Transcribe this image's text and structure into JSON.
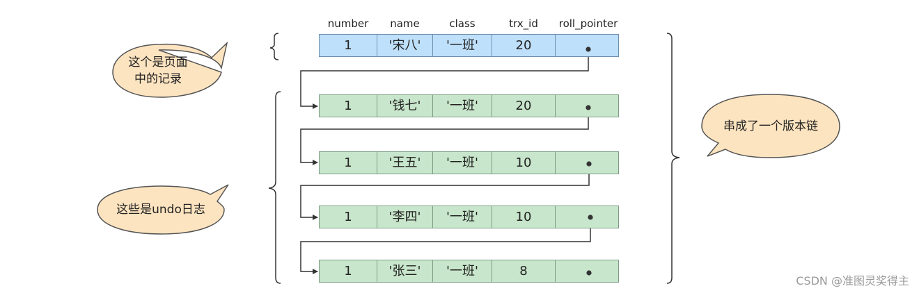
{
  "columns": [
    "number",
    "name",
    "class",
    "trx_id",
    "roll_pointer"
  ],
  "current_record": {
    "number": "1",
    "name": "'宋八'",
    "class": "'一班'",
    "trx_id": "20"
  },
  "undo_records": [
    {
      "number": "1",
      "name": "'钱七'",
      "class": "'一班'",
      "trx_id": "20"
    },
    {
      "number": "1",
      "name": "'王五'",
      "class": "'一班'",
      "trx_id": "10"
    },
    {
      "number": "1",
      "name": "'李四'",
      "class": "'一班'",
      "trx_id": "10"
    },
    {
      "number": "1",
      "name": "'张三'",
      "class": "'一班'",
      "trx_id": "8"
    }
  ],
  "callouts": {
    "page_record": [
      "这个是页面",
      "中的记录"
    ],
    "undo_log": [
      "这些是undo日志"
    ],
    "version_chain": [
      "串成了一个版本链"
    ]
  },
  "watermark": "CSDN @准图灵奖得主",
  "colors": {
    "current_row_fill": "#bfe0fb",
    "undo_row_fill": "#c8e6cb",
    "callout_fill": "#fde4c0",
    "callout_stroke": "#555555"
  }
}
